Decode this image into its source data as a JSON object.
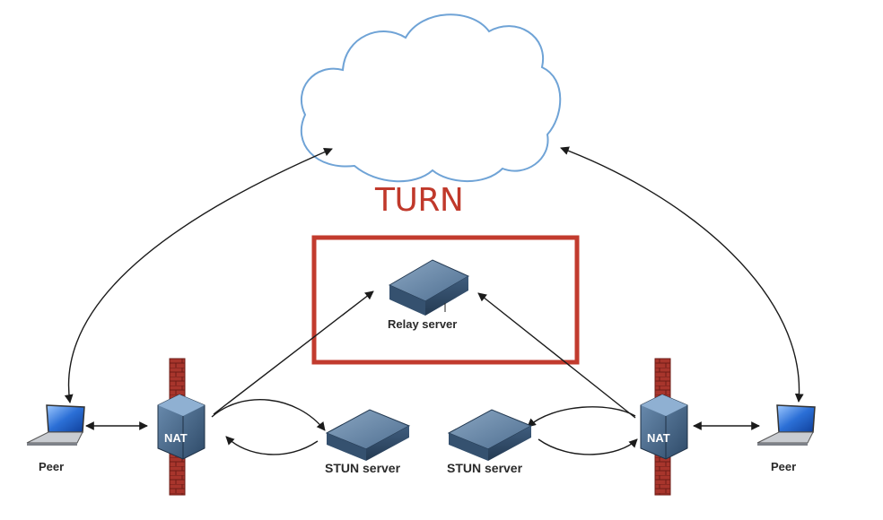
{
  "diagram": {
    "title": "TURN",
    "highlight_color": "#c23b2e",
    "cloud_color": "#6fa3d6",
    "nodes": {
      "relay": {
        "label": "Relay server",
        "icon": "server-icon"
      },
      "stun_left": {
        "label": "STUN server",
        "icon": "server-icon"
      },
      "stun_right": {
        "label": "STUN server",
        "icon": "server-icon"
      },
      "nat_left": {
        "label": "NAT",
        "icon": "nat-router-icon"
      },
      "nat_right": {
        "label": "NAT",
        "icon": "nat-router-icon"
      },
      "peer_left": {
        "label": "Peer",
        "icon": "laptop-icon"
      },
      "peer_right": {
        "label": "Peer",
        "icon": "laptop-icon"
      },
      "firewall_left": {
        "icon": "firewall-icon"
      },
      "firewall_right": {
        "icon": "firewall-icon"
      },
      "internet": {
        "icon": "cloud-icon"
      }
    }
  }
}
